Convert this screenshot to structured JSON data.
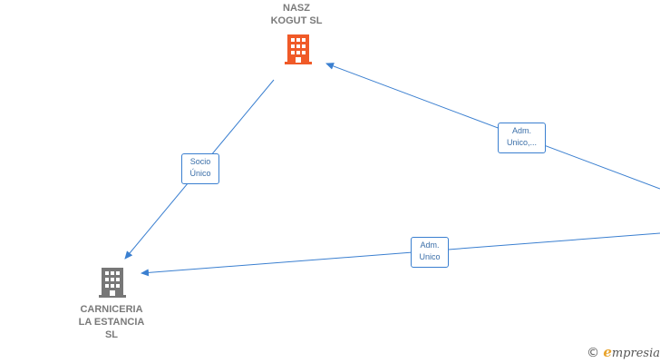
{
  "nodes": {
    "nasz_kogut": {
      "label": "NASZ\nKOGUT  SL",
      "icon": "building-icon",
      "color": "#f05a28"
    },
    "carniceria": {
      "label": "CARNICERIA\nLA ESTANCIA\nSL",
      "icon": "building-icon",
      "color": "#777777"
    }
  },
  "edges": {
    "socio_unico": "Socio\nÚnico",
    "adm_unico_truncated": "Adm.\nUnico,...",
    "adm_unico": "Adm.\nUnico"
  },
  "colors": {
    "edge": "#3a7fd0"
  },
  "brand": {
    "copyright": "©",
    "initial": "e",
    "rest": "mpresia"
  }
}
